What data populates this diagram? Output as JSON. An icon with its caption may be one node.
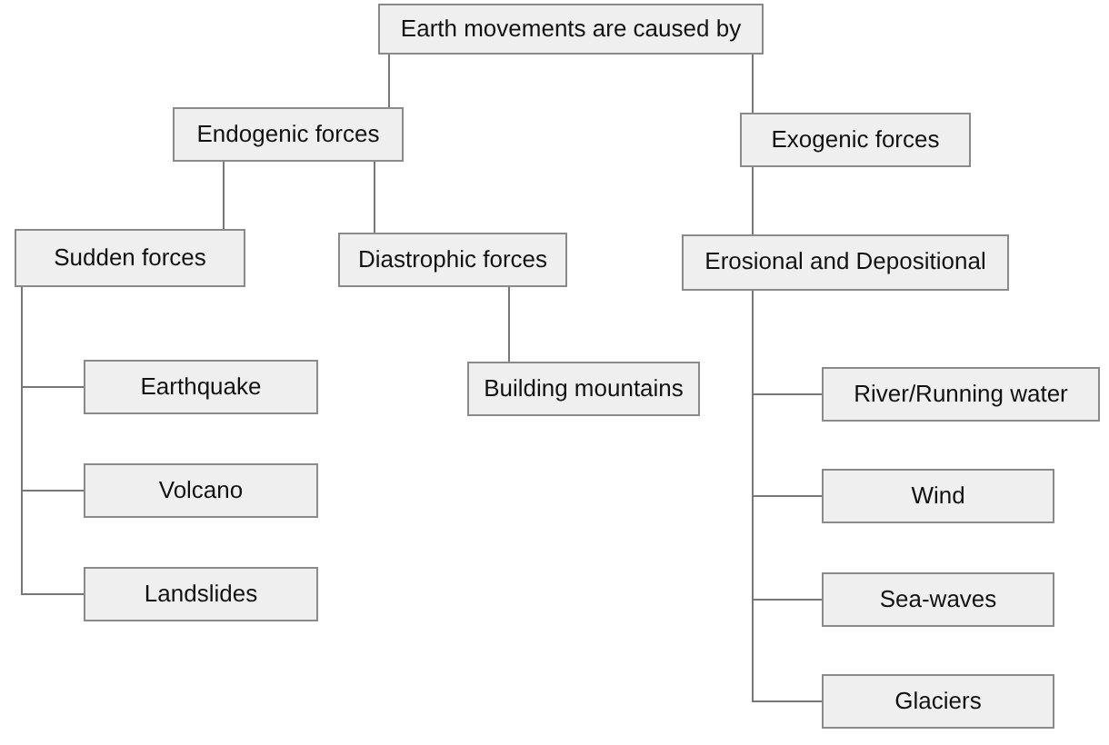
{
  "diagram": {
    "nodes": [
      {
        "text": [
          "Earth movements are caused by"
        ]
      },
      {
        "text": [
          "Endogenic forces"
        ]
      },
      {
        "text": [
          "Exogenic forces"
        ]
      },
      {
        "text": [
          "Sudden forces"
        ]
      },
      {
        "text": [
          "Diastrophic forces"
        ]
      },
      {
        "text": [
          "Erosional and Depositional"
        ]
      },
      {
        "text": [
          "Earthquake"
        ]
      },
      {
        "text": [
          "Building mountains"
        ]
      },
      {
        "text": [
          "Volcano"
        ]
      },
      {
        "text": [
          "Landslides"
        ]
      },
      {
        "text": [
          "River/Running water"
        ]
      },
      {
        "text": [
          "Wind"
        ]
      },
      {
        "text": [
          "Sea-waves"
        ]
      },
      {
        "text": [
          "Glaciers"
        ]
      }
    ],
    "edges": [
      {
        "from": 0,
        "to": 1,
        "arrow": "none"
      },
      {
        "from": 0,
        "to": 2,
        "arrow": "none"
      },
      {
        "from": 1,
        "to": 3,
        "arrow": "none"
      },
      {
        "from": 1,
        "to": 4,
        "arrow": "none"
      },
      {
        "from": 2,
        "to": 5,
        "arrow": "none"
      },
      {
        "from": 3,
        "to": 6,
        "arrow": "none"
      },
      {
        "from": 3,
        "to": 8,
        "arrow": "none"
      },
      {
        "from": 3,
        "to": 9,
        "arrow": "none"
      },
      {
        "from": 4,
        "to": 7,
        "arrow": "none"
      },
      {
        "from": 5,
        "to": 10,
        "arrow": "none"
      },
      {
        "from": 5,
        "to": 11,
        "arrow": "none"
      },
      {
        "from": 5,
        "to": 12,
        "arrow": "none"
      },
      {
        "from": 5,
        "to": 13,
        "arrow": "none"
      }
    ]
  }
}
